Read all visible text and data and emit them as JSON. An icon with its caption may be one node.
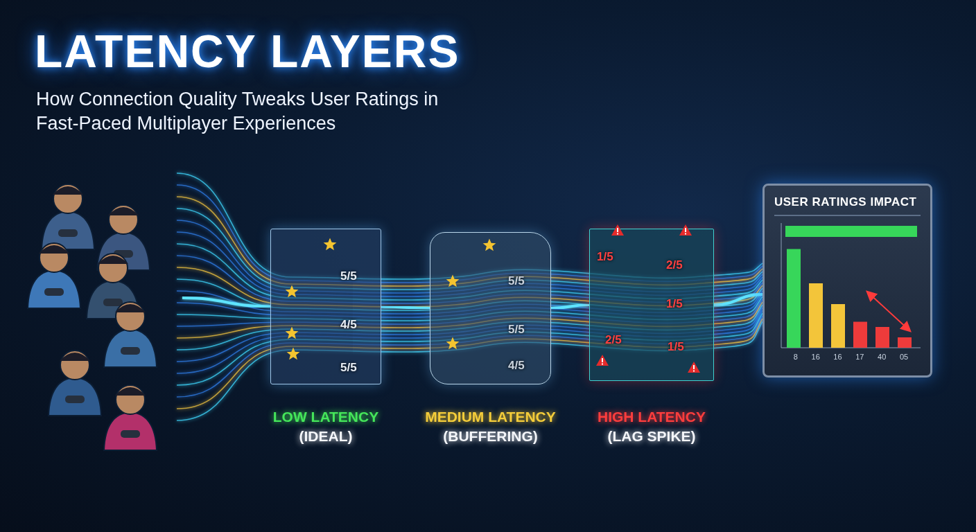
{
  "diagram": {
    "title": "LATENCY LAYERS",
    "nodes": [
      {
        "text": [],
        "shape": "picture"
      },
      {
        "text": [
          "5/5",
          "4/5",
          "5/5"
        ],
        "beside": [
          "LOW LATENCY",
          "(IDEAL)"
        ]
      },
      {
        "text": [
          "5/5",
          "5/5",
          "4/5"
        ],
        "beside": [
          "MEDIUM LATENCY",
          "(BUFFERING)"
        ]
      },
      {
        "text": [
          "1/5",
          "2/5",
          "1/5",
          "2/5",
          "1/5"
        ],
        "beside": [
          "HIGH LATENCY",
          "(LAG SPIKE)"
        ]
      },
      {
        "text": [
          "USER RATINGS IMPACT"
        ]
      }
    ],
    "edges": [
      {
        "from": 0,
        "to": 1,
        "arrow": "none"
      },
      {
        "from": 1,
        "to": 2,
        "arrow": "none"
      },
      {
        "from": 2,
        "to": 3,
        "arrow": "none"
      },
      {
        "from": 3,
        "to": 4,
        "arrow": "none"
      }
    ],
    "labels": [
      "How Connection Quality Tweaks User Ratings in Fast-Paced Multiplayer Experiences",
      "8",
      "16",
      "16",
      "17",
      "40",
      "05"
    ]
  }
}
